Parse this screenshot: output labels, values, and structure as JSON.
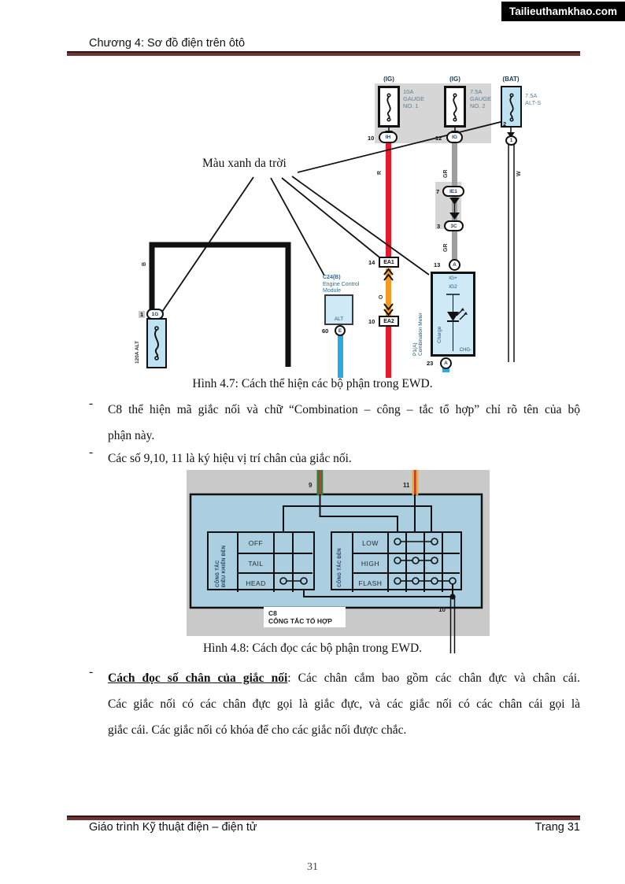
{
  "page": {
    "badge": "Tailieuthamkhao.com",
    "page_number": "31"
  },
  "header": {
    "title": "Chương 4: Sơ đồ điện trên ôtô"
  },
  "footer": {
    "left": "Giáo trình Kỹ thuật điện – điện tử",
    "right": "Trang 31"
  },
  "figure1": {
    "caption": "Hình 4.7: Cách thể hiện các bộ phận trong EWD.",
    "annotation": "Màu xanh da trời",
    "fuse_ig1": {
      "top": "(IG)",
      "l1": "10A",
      "l2": "GAUGE",
      "l3": "NO. 1"
    },
    "fuse_ig2": {
      "top": "(IG)",
      "l1": "7.5A",
      "l2": "GAUGE",
      "l3": "NO. 2"
    },
    "fuse_bat": {
      "top": "(BAT)",
      "l1": "7.5A",
      "l2": "ALT-S"
    },
    "fuse_alt": {
      "label": "120A ALT"
    },
    "conn": {
      "ih": {
        "num": "10",
        "code": "IH"
      },
      "ig": {
        "num": "12",
        "code": "IG"
      },
      "bat2": "2",
      "bat1": "1",
      "ie1": {
        "num": "7",
        "code": "IE1"
      },
      "c3c": {
        "num": "3",
        "code": "3C"
      },
      "a13": {
        "num": "13",
        "code": "A"
      },
      "a23": {
        "num": "23",
        "code": "A"
      },
      "ea1": {
        "num": "14",
        "code": "EA1"
      },
      "ea2": {
        "num": "10",
        "code": "EA2"
      },
      "e60": {
        "num": "60",
        "code": "E"
      },
      "g1": {
        "num": "1",
        "code": "1G"
      }
    },
    "wires": {
      "r": "R",
      "gr_upper": "GR",
      "gr_lower": "GR",
      "o": "O",
      "w": "W",
      "b": "B"
    },
    "ecm": {
      "code": "C24(B)",
      "name1": "Engine Control",
      "name2": "Module",
      "pin": "ALT"
    },
    "meter": {
      "id": "P1(A)",
      "name": "Combination Meter",
      "pin_top": "IG+",
      "ig2": "IG2",
      "lamp": "Charge",
      "pin_bottom": "CHG-"
    }
  },
  "text": {
    "dash": "-",
    "bullet1_line1": "C8 thể hiện mã giắc nối và chữ “Combination – công – tắc tổ hợp” chỉ rõ tên của bộ",
    "bullet1_line2": "phận này.",
    "bullet2": "Các số 9,10, 11 là ký hiệu vị trí chân của giắc nối.",
    "bullet3_lead": "Cách đọc số chân của giắc nối",
    "bullet3_line1_rest": ": Các chân cắm bao gồm các chân đực và chân cái.",
    "bullet3_line2": "Các giắc nối có các chân đực gọi là giắc đực, và các giắc nối có các chân cái gọi là",
    "bullet3_line3": "giắc cái. Các giắc nối có khóa để cho các giắc nối được chắc."
  },
  "figure2": {
    "caption": "Hình 4.8: Cách đọc các bộ phận trong EWD.",
    "pin9": "9",
    "pin11": "11",
    "pin10": "10",
    "left_switch": {
      "label_line1": "CÔNG TẮC",
      "label_line2": "ĐIỀU KHIỂN ĐÈN",
      "rows": [
        "OFF",
        "TAIL",
        "HEAD"
      ]
    },
    "right_switch": {
      "label": "CÔNG TẮC ĐÈN",
      "rows": [
        "LOW",
        "HIGH",
        "FLASH"
      ]
    },
    "tag": {
      "code": "C8",
      "name": "CÔNG TẮC TỔ HỢP"
    }
  },
  "colors": {
    "accent_rule": "#6d3534",
    "wire_red": "#e8192c",
    "wire_orange": "#f59a23",
    "wire_cyan": "#29abe2",
    "wire_gray": "#9b9fa2",
    "component_blue": "#cfe9f7",
    "fuse_blue": "#bfe3f2",
    "panel_gray": "#d6d6d6",
    "fig2_gray": "#c9c9c9",
    "fig2_blue": "#abcfe1"
  }
}
